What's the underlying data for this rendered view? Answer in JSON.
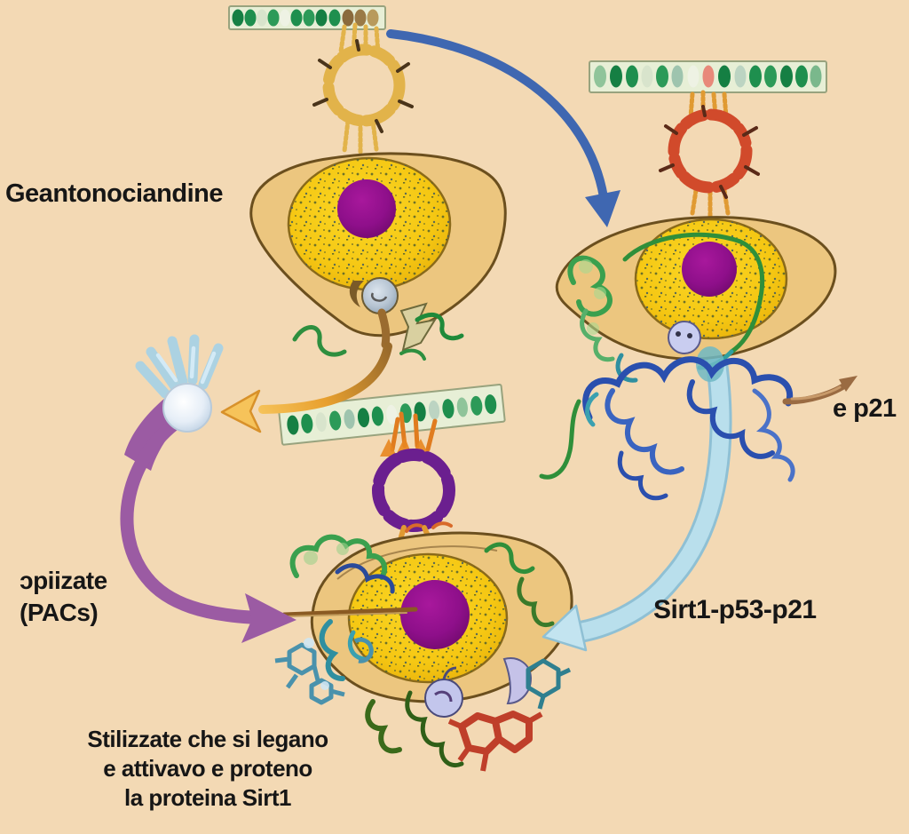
{
  "scene": {
    "description": "Biology diagram of proanthocyanidins (PACs) binding and activating the Sirt1 protein in cells, with DNA strips, molecule rings and signaling arrows",
    "background_color": "#f3d9b4"
  },
  "labels": {
    "geantonociandine": "Geantonociandine",
    "pacs_line1": "ɔpiizate",
    "pacs_line2": "(PACs)",
    "e_p21": "e p21",
    "sirt1_complex": "Sirt1-p53-p21",
    "caption_line1": "Stilizzate che si legano",
    "caption_line2": "e attivavo e proteno",
    "caption_line3": "la proteina Sirt1"
  },
  "colors": {
    "background": "#f3d9b4",
    "text": "#161616",
    "blue_arrow": "#3f67b1",
    "orange_arrow": "#e8a02e",
    "purple_arrow": "#9b5ba3",
    "cyan_arrow": "#a9d6e6",
    "brown_arrow": "#9a6b42",
    "cell_membrane": "#ecc67f",
    "cell_outline": "#6b4f1e",
    "nucleus": "#f6c913",
    "nucleolus": "#8e0f8a",
    "dna_strip_bg": "#e7efd6",
    "dna_green": "#1e8f4e",
    "molecule_yellow": "#e2b34a",
    "molecule_red": "#d14a2b",
    "molecule_purple": "#6b1f8f",
    "protein_green": "#3aa04e",
    "protein_blue": "#2a4fae"
  }
}
